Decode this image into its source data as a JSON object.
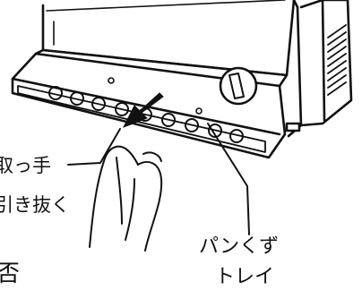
{
  "labels": {
    "handle": "取っ手",
    "pull_out": "引き抜く",
    "tray_line1": "パンくず",
    "tray_line2": "トレイ",
    "bottom_glyph": "否"
  },
  "colors": {
    "ink": "#111111",
    "background": "#ffffff"
  }
}
